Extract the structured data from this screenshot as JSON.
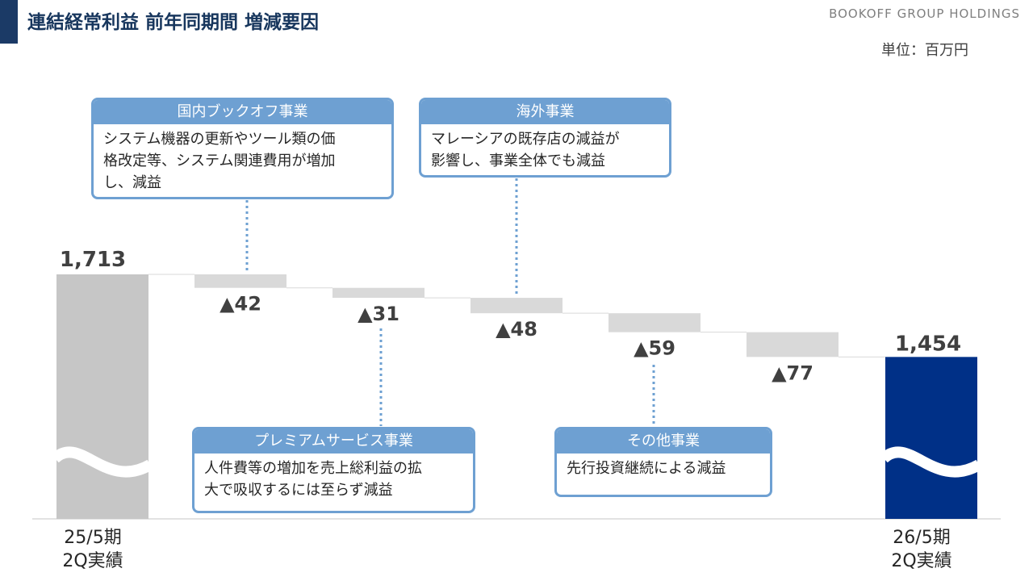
{
  "header": {
    "title": "連結経常利益 前年同期間 増減要因",
    "company": "BOOKOFF GROUP HOLDINGS",
    "unit": "単位：百万円"
  },
  "chart_data": {
    "type": "waterfall",
    "start": {
      "label": [
        "25/5期",
        "2Q実績"
      ],
      "value": 1713,
      "value_label": "1,713",
      "color": "#c6c6c6"
    },
    "end": {
      "label": [
        "26/5期",
        "2Q実績"
      ],
      "value": 1454,
      "value_label": "1,454",
      "color": "#003087"
    },
    "changes": [
      {
        "value": -42,
        "label": "▲42"
      },
      {
        "value": -31,
        "label": "▲31"
      },
      {
        "value": -48,
        "label": "▲48"
      },
      {
        "value": -59,
        "label": "▲59"
      },
      {
        "value": -77,
        "label": "▲77"
      }
    ],
    "change_color": "#d9d9d9",
    "axis_break": true
  },
  "callouts": [
    {
      "title": "国内ブックオフ事業",
      "lines": [
        "システム機器の更新やツール類の価",
        "格改定等、システム関連費用が増加",
        "し、減益"
      ]
    },
    {
      "title": "プレミアムサービス事業",
      "lines": [
        "人件費等の増加を売上総利益の拡",
        "大で吸収するには至らず減益"
      ]
    },
    {
      "title": "海外事業",
      "lines": [
        "マレーシアの既存店の減益が",
        "影響し、事業全体でも減益"
      ]
    },
    {
      "title": "その他事業",
      "lines": [
        "先行投資継続による減益"
      ]
    }
  ]
}
